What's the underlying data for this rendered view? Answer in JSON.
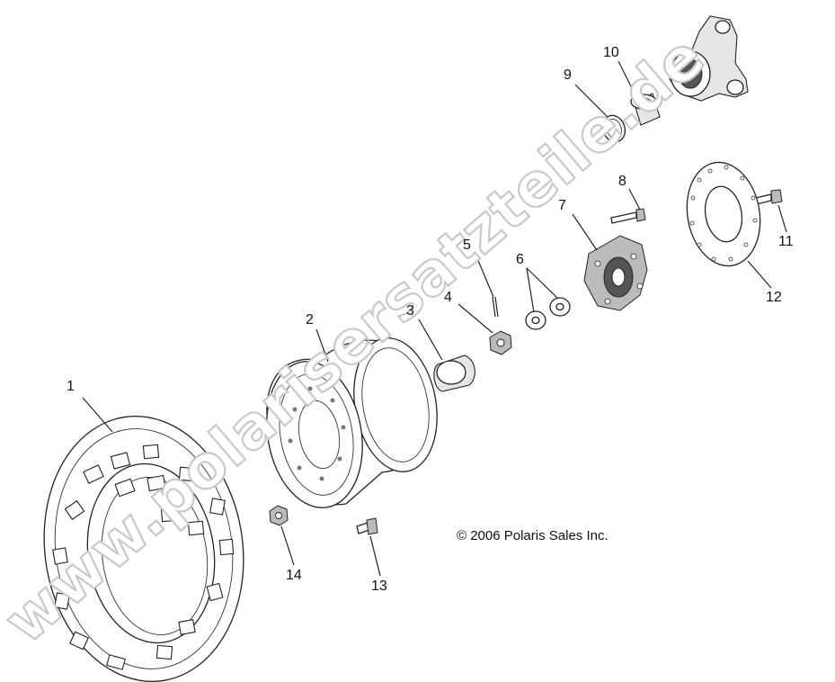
{
  "diagram": {
    "copyright": "© 2006 Polaris Sales Inc.",
    "watermark": "www.polarisersatzteile.de",
    "callouts": [
      {
        "id": "1",
        "label": "1"
      },
      {
        "id": "2",
        "label": "2"
      },
      {
        "id": "3",
        "label": "3"
      },
      {
        "id": "4",
        "label": "4"
      },
      {
        "id": "5",
        "label": "5"
      },
      {
        "id": "6",
        "label": "6"
      },
      {
        "id": "7",
        "label": "7"
      },
      {
        "id": "8",
        "label": "8"
      },
      {
        "id": "9",
        "label": "9"
      },
      {
        "id": "10",
        "label": "10"
      },
      {
        "id": "11",
        "label": "11"
      },
      {
        "id": "12",
        "label": "12"
      },
      {
        "id": "13",
        "label": "13"
      },
      {
        "id": "14",
        "label": "14"
      }
    ]
  }
}
